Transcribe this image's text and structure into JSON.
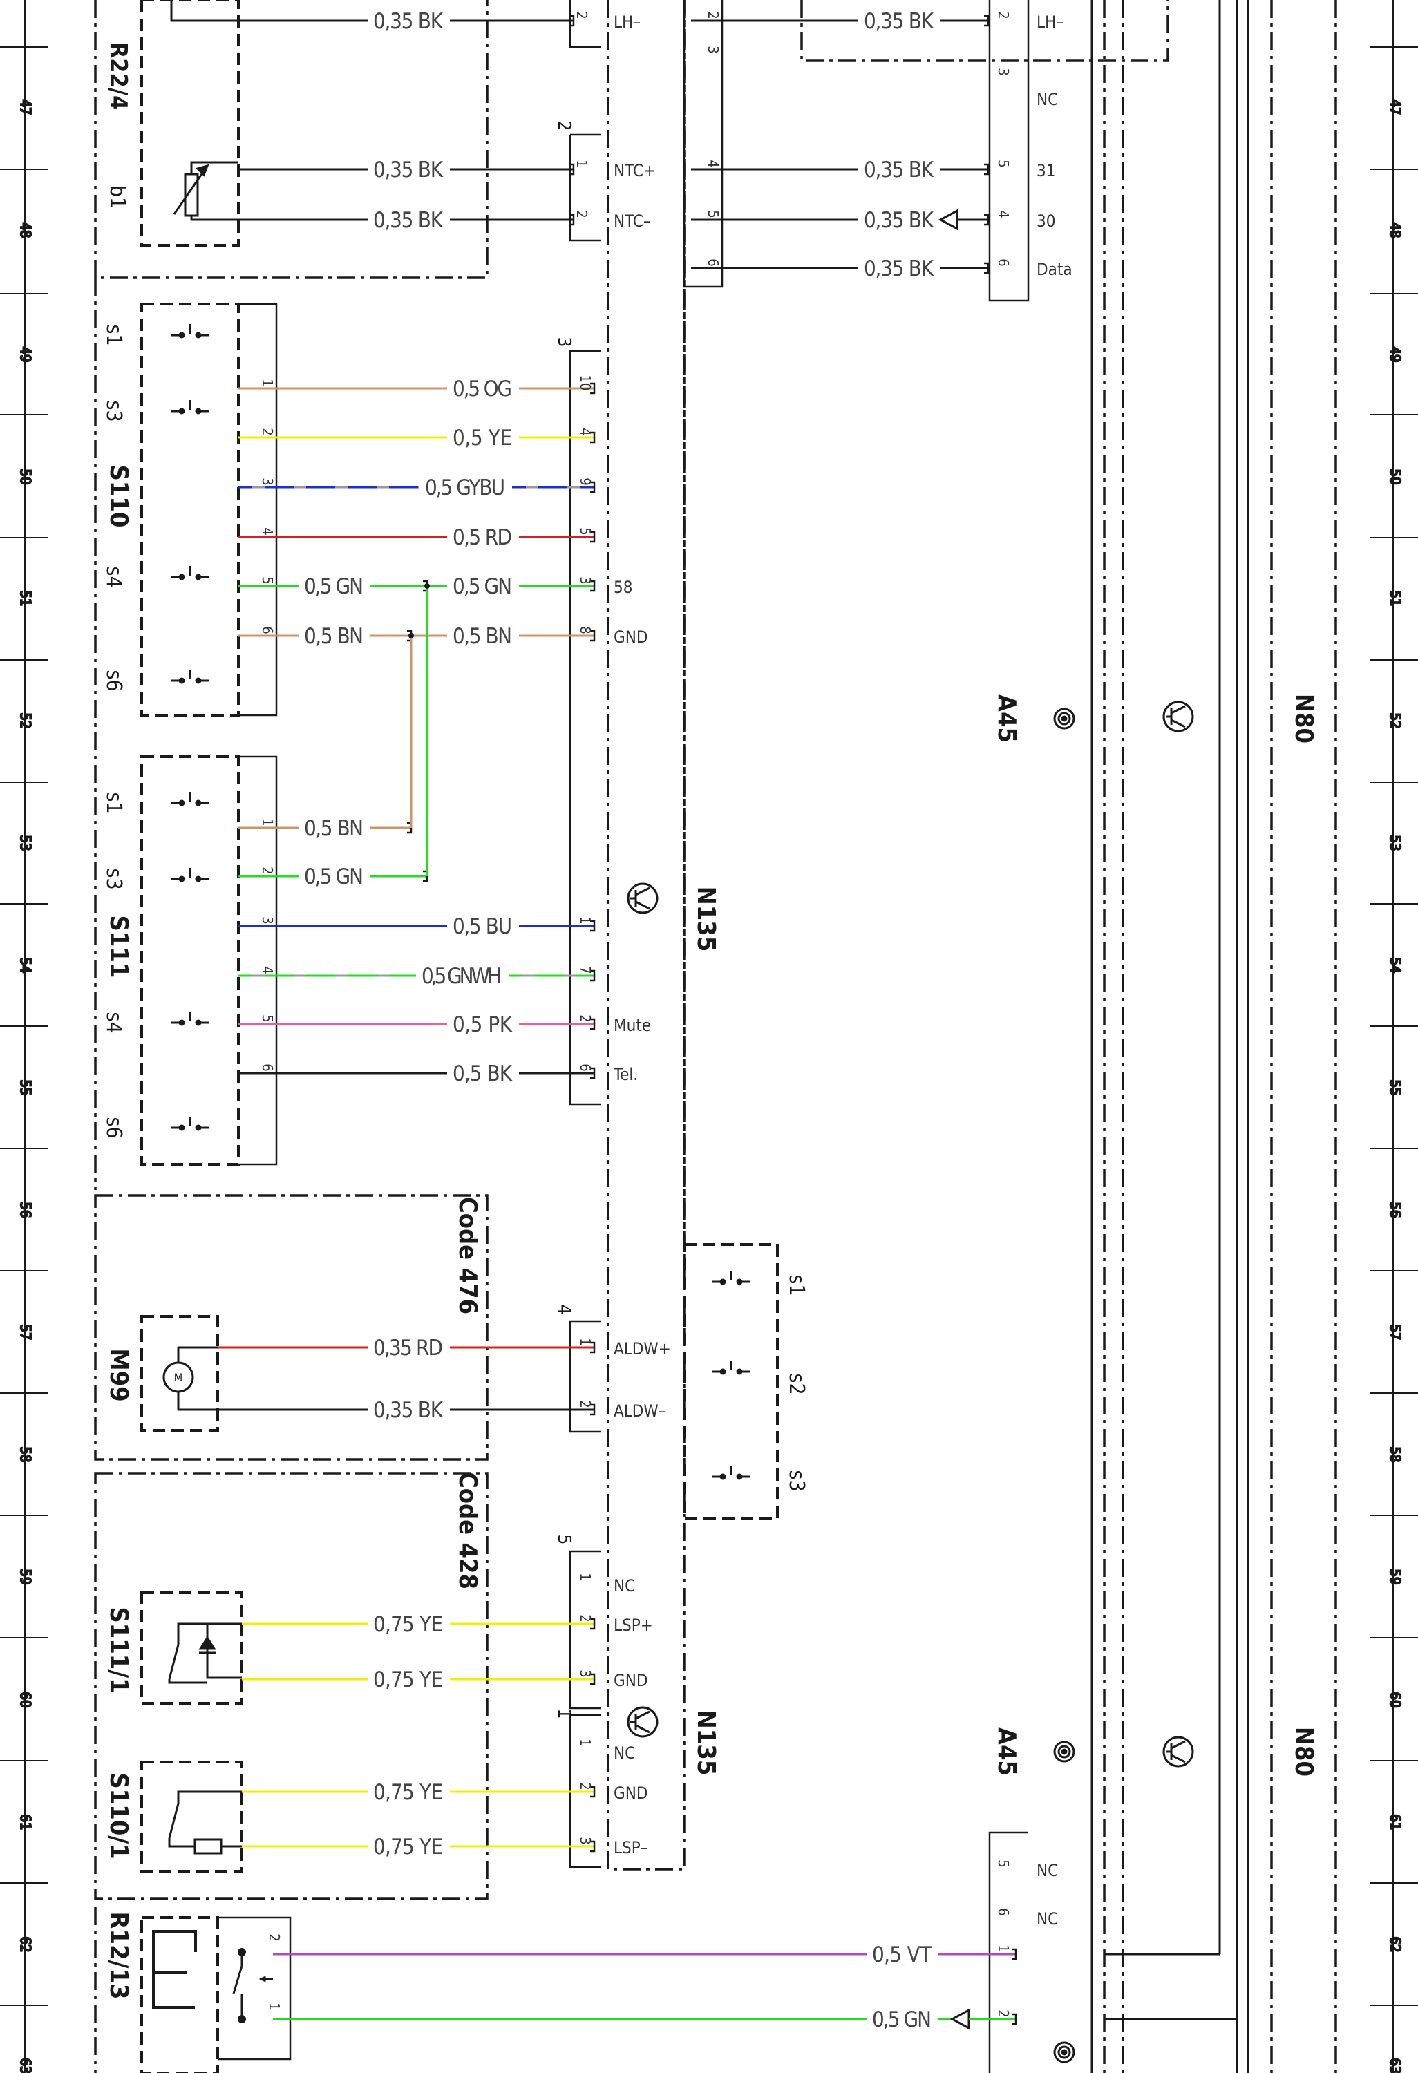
{
  "grid": {
    "rows": [
      "47",
      "48",
      "49",
      "50",
      "51",
      "52",
      "53",
      "54",
      "55",
      "56",
      "57",
      "58",
      "59",
      "60",
      "61",
      "62",
      "63"
    ]
  },
  "colors": {
    "BK": "#1a1a1a",
    "OG": "#d2956a",
    "YE": "#f0f000",
    "BU": "#1c2fd0",
    "GYBU": "#1c2fd0",
    "RD": "#d81e1e",
    "GN": "#22dd22",
    "GNWH": "#22dd22",
    "BN": "#c8966a",
    "PK": "#ee5a9a",
    "VT": "#b248c8"
  },
  "components": {
    "r22_4": "R22/4",
    "r22_4_b1": "b1",
    "s110": "S110",
    "s111": "S111",
    "m99": "M99",
    "s111_1": "S111/1",
    "s110_1": "S110/1",
    "r12_13": "R12/13",
    "n135": "N135",
    "a45": "A45",
    "n80": "N80",
    "code476": "Code 476",
    "code428": "Code 428"
  },
  "switch_labels": {
    "s1": "s1",
    "s2": "s2",
    "s3": "s3",
    "s4": "s4",
    "s6": "s6"
  },
  "connector_numbers": {
    "n135_x2": "2",
    "n135_x3": "3",
    "n135_x4": "4",
    "n135_x5": "5",
    "n135_x1": "1"
  },
  "pin_labels": {
    "lh_minus": "LH–",
    "nc": "NC",
    "ntc_plus": "NTC+",
    "ntc_minus": "NTC–",
    "p31": "31",
    "p30": "30",
    "data": "Data",
    "p58": "58",
    "gnd": "GND",
    "mute": "Mute",
    "tel": "Tel.",
    "aldw_plus": "ALDW+",
    "aldw_minus": "ALDW–",
    "lsp_plus": "LSP+",
    "lsp_minus": "LSP–"
  },
  "wires": [
    {
      "id": "w01",
      "label": "0,35 BK",
      "color": "BK"
    },
    {
      "id": "w02",
      "label": "0,35 BK",
      "color": "BK"
    },
    {
      "id": "w03",
      "label": "0,35 BK",
      "color": "BK"
    },
    {
      "id": "w04",
      "label": "0,35 BK",
      "color": "BK"
    },
    {
      "id": "w05",
      "label": "0,35 BK",
      "color": "BK"
    },
    {
      "id": "w06",
      "label": "0,35 BK",
      "color": "BK"
    },
    {
      "id": "w07",
      "label": "0,35 BK",
      "color": "BK"
    },
    {
      "id": "w08",
      "label": "0,5 OG",
      "color": "OG"
    },
    {
      "id": "w09",
      "label": "0,5 YE",
      "color": "YE"
    },
    {
      "id": "w10",
      "label": "0,5 GYBU",
      "color": "GYBU"
    },
    {
      "id": "w11",
      "label": "0,5 RD",
      "color": "RD"
    },
    {
      "id": "w12a",
      "label": "0,5 GN",
      "color": "GN"
    },
    {
      "id": "w12b",
      "label": "0,5 GN",
      "color": "GN"
    },
    {
      "id": "w13a",
      "label": "0,5 BN",
      "color": "BN"
    },
    {
      "id": "w13b",
      "label": "0,5 BN",
      "color": "BN"
    },
    {
      "id": "w14",
      "label": "0,5 BN",
      "color": "BN"
    },
    {
      "id": "w15",
      "label": "0,5 GN",
      "color": "GN"
    },
    {
      "id": "w16",
      "label": "0,5 BU",
      "color": "BU"
    },
    {
      "id": "w17",
      "label": "0,5 GNWH",
      "color": "GNWH"
    },
    {
      "id": "w18",
      "label": "0,5 PK",
      "color": "PK"
    },
    {
      "id": "w19",
      "label": "0,5 BK",
      "color": "BK"
    },
    {
      "id": "w20",
      "label": "0,35 RD",
      "color": "RD"
    },
    {
      "id": "w21",
      "label": "0,35 BK",
      "color": "BK"
    },
    {
      "id": "w22",
      "label": "0,75 YE",
      "color": "YE"
    },
    {
      "id": "w23",
      "label": "0,75 YE",
      "color": "YE"
    },
    {
      "id": "w24",
      "label": "0,75 YE",
      "color": "YE"
    },
    {
      "id": "w25",
      "label": "0,75 YE",
      "color": "YE"
    },
    {
      "id": "w26",
      "label": "0,5 VT",
      "color": "VT"
    },
    {
      "id": "w27",
      "label": "0,5 GN",
      "color": "GN"
    }
  ]
}
